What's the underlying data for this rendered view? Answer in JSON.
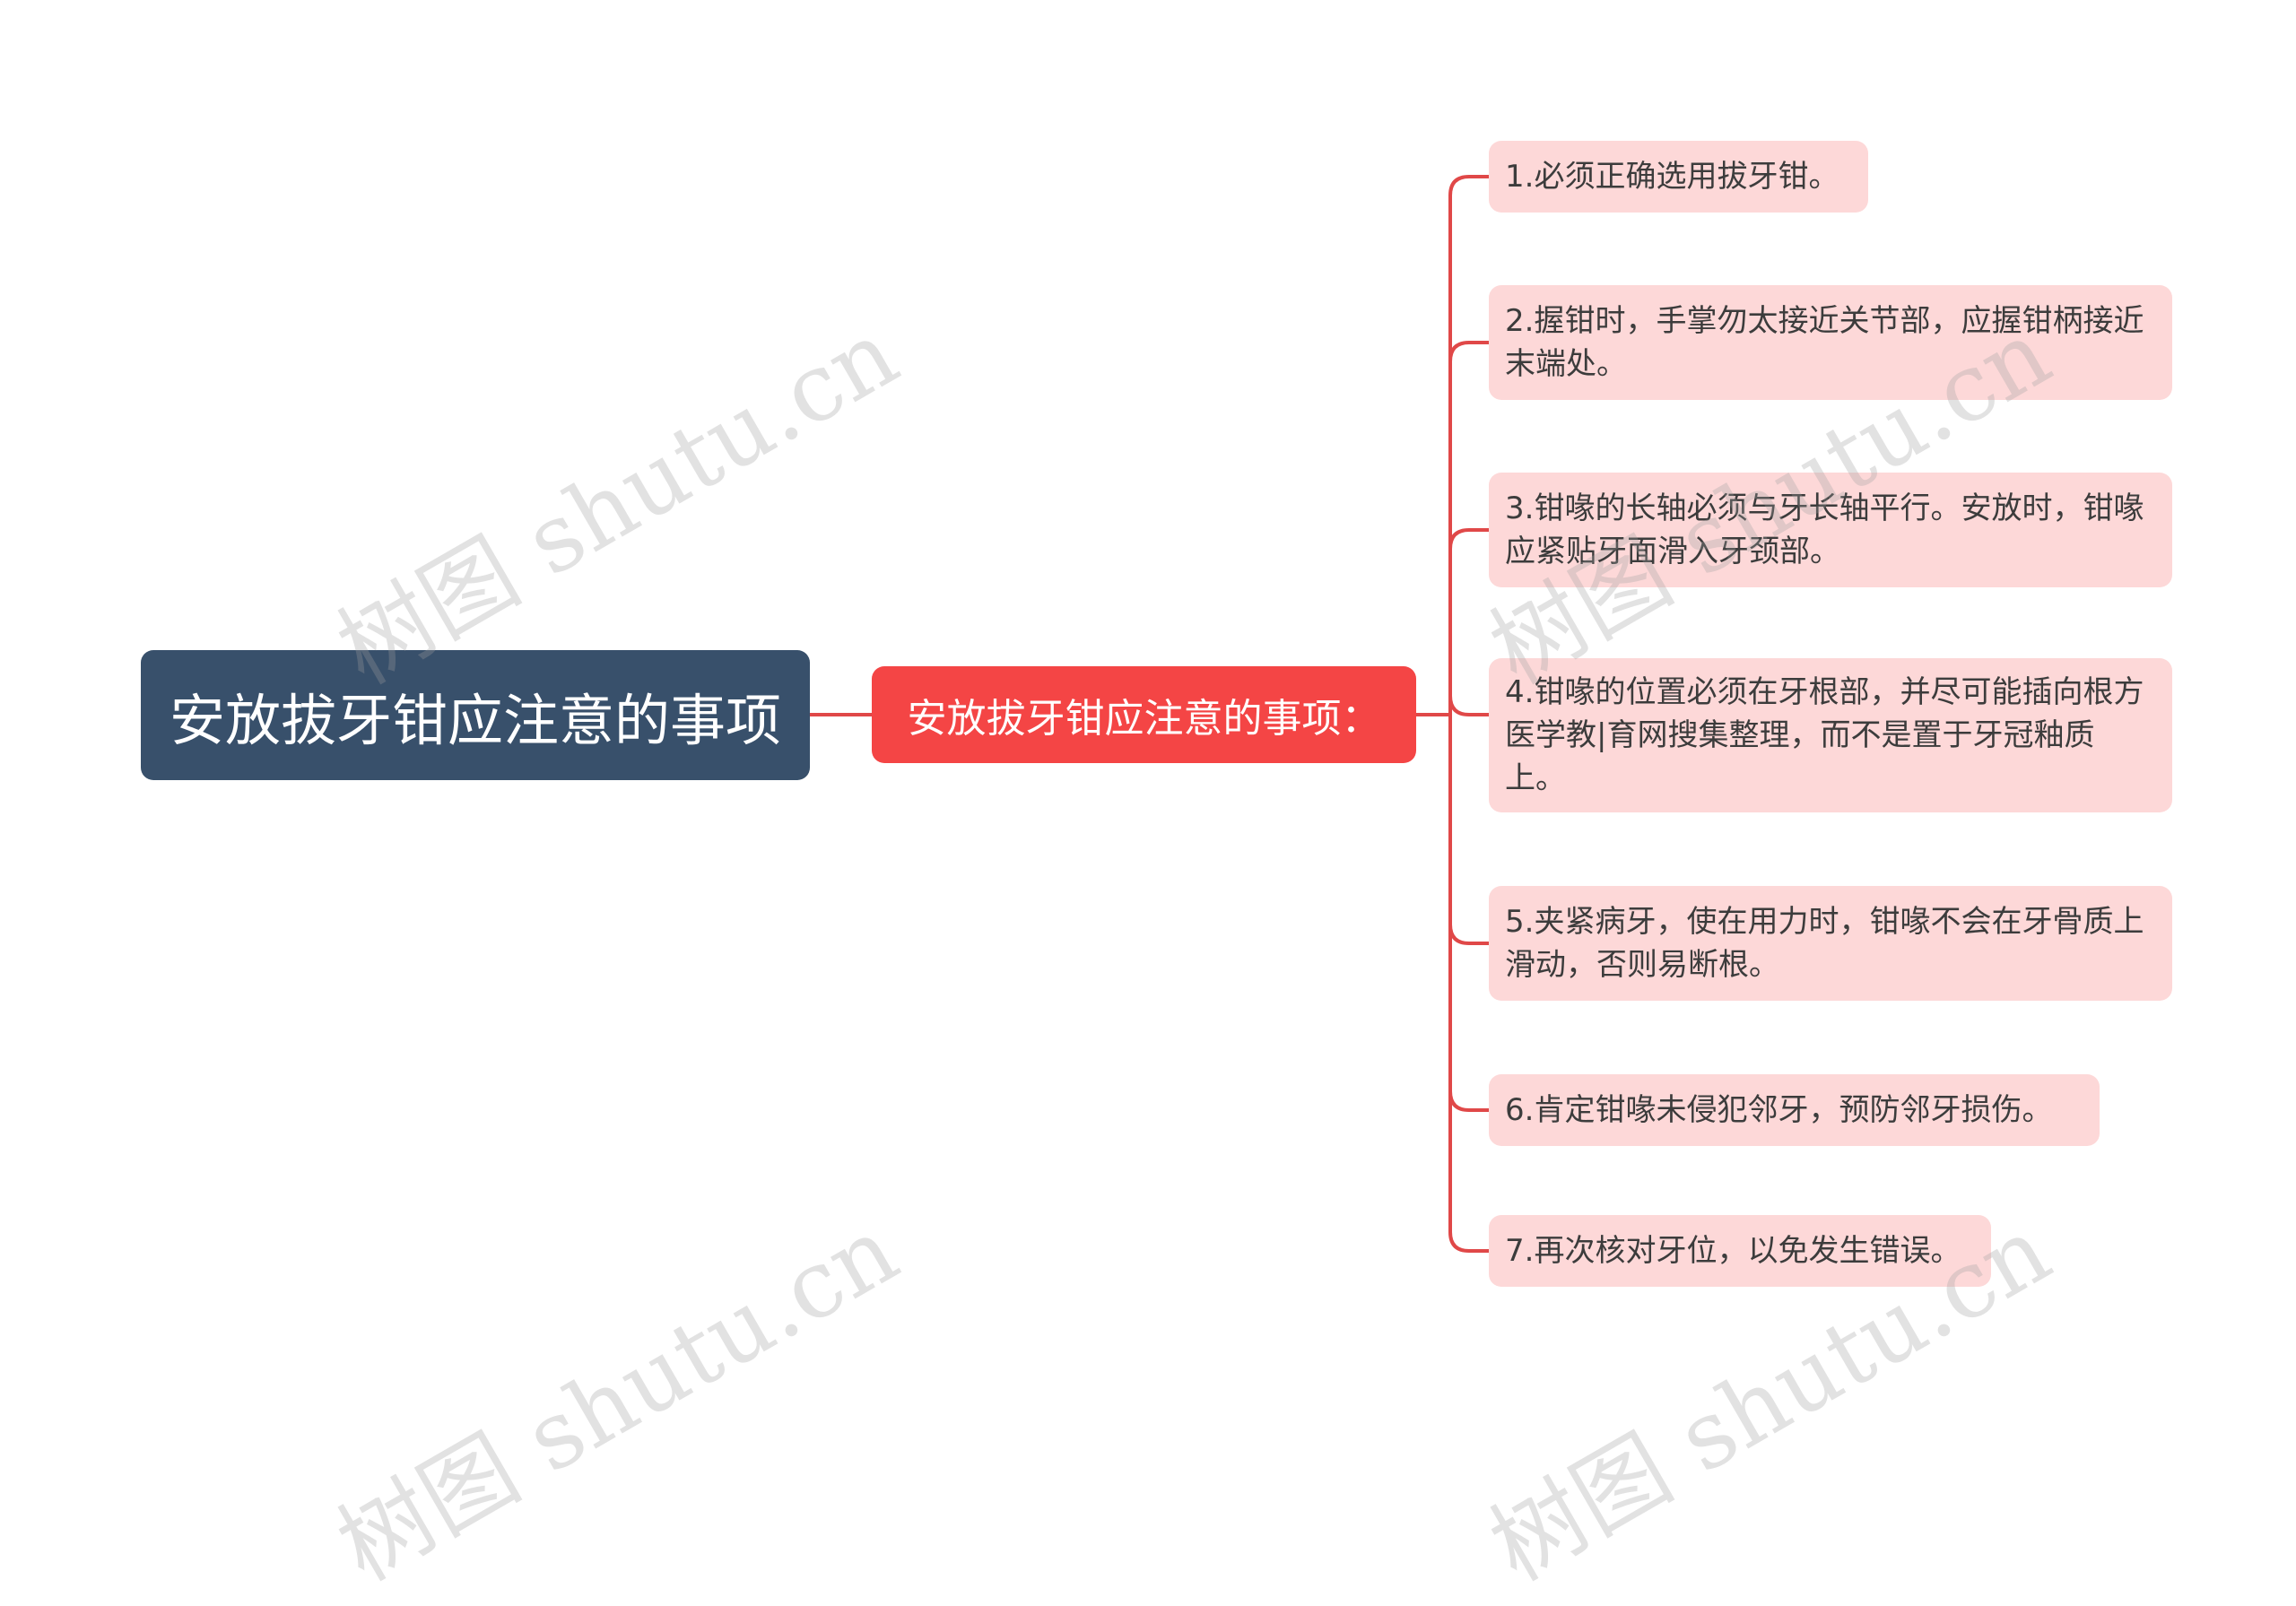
{
  "colors": {
    "root_fill": "#38506b",
    "branch_fill": "#f44545",
    "leaf_fill": "#fdd8d8",
    "connector": "#e04848"
  },
  "root": {
    "label": "安放拔牙钳应注意的事项"
  },
  "branch": {
    "label": "安放拔牙钳应注意的事项："
  },
  "leaves": [
    {
      "label": "1.必须正确选用拔牙钳。"
    },
    {
      "label": "2.握钳时，手掌勿太接近关节部，应握钳柄接近末端处。"
    },
    {
      "label": "3.钳喙的长轴必须与牙长轴平行。安放时，钳喙应紧贴牙面滑入牙颈部。"
    },
    {
      "label": "4.钳喙的位置必须在牙根部，并尽可能插向根方医学教|育网搜集整理，而不是置于牙冠釉质上。"
    },
    {
      "label": "5.夹紧病牙，使在用力时，钳喙不会在牙骨质上滑动，否则易断根。"
    },
    {
      "label": "6.肯定钳喙未侵犯邻牙，预防邻牙损伤。"
    },
    {
      "label": "7.再次核对牙位，以免发生错误。"
    }
  ],
  "watermark": {
    "text": "树图 shutu.cn"
  }
}
